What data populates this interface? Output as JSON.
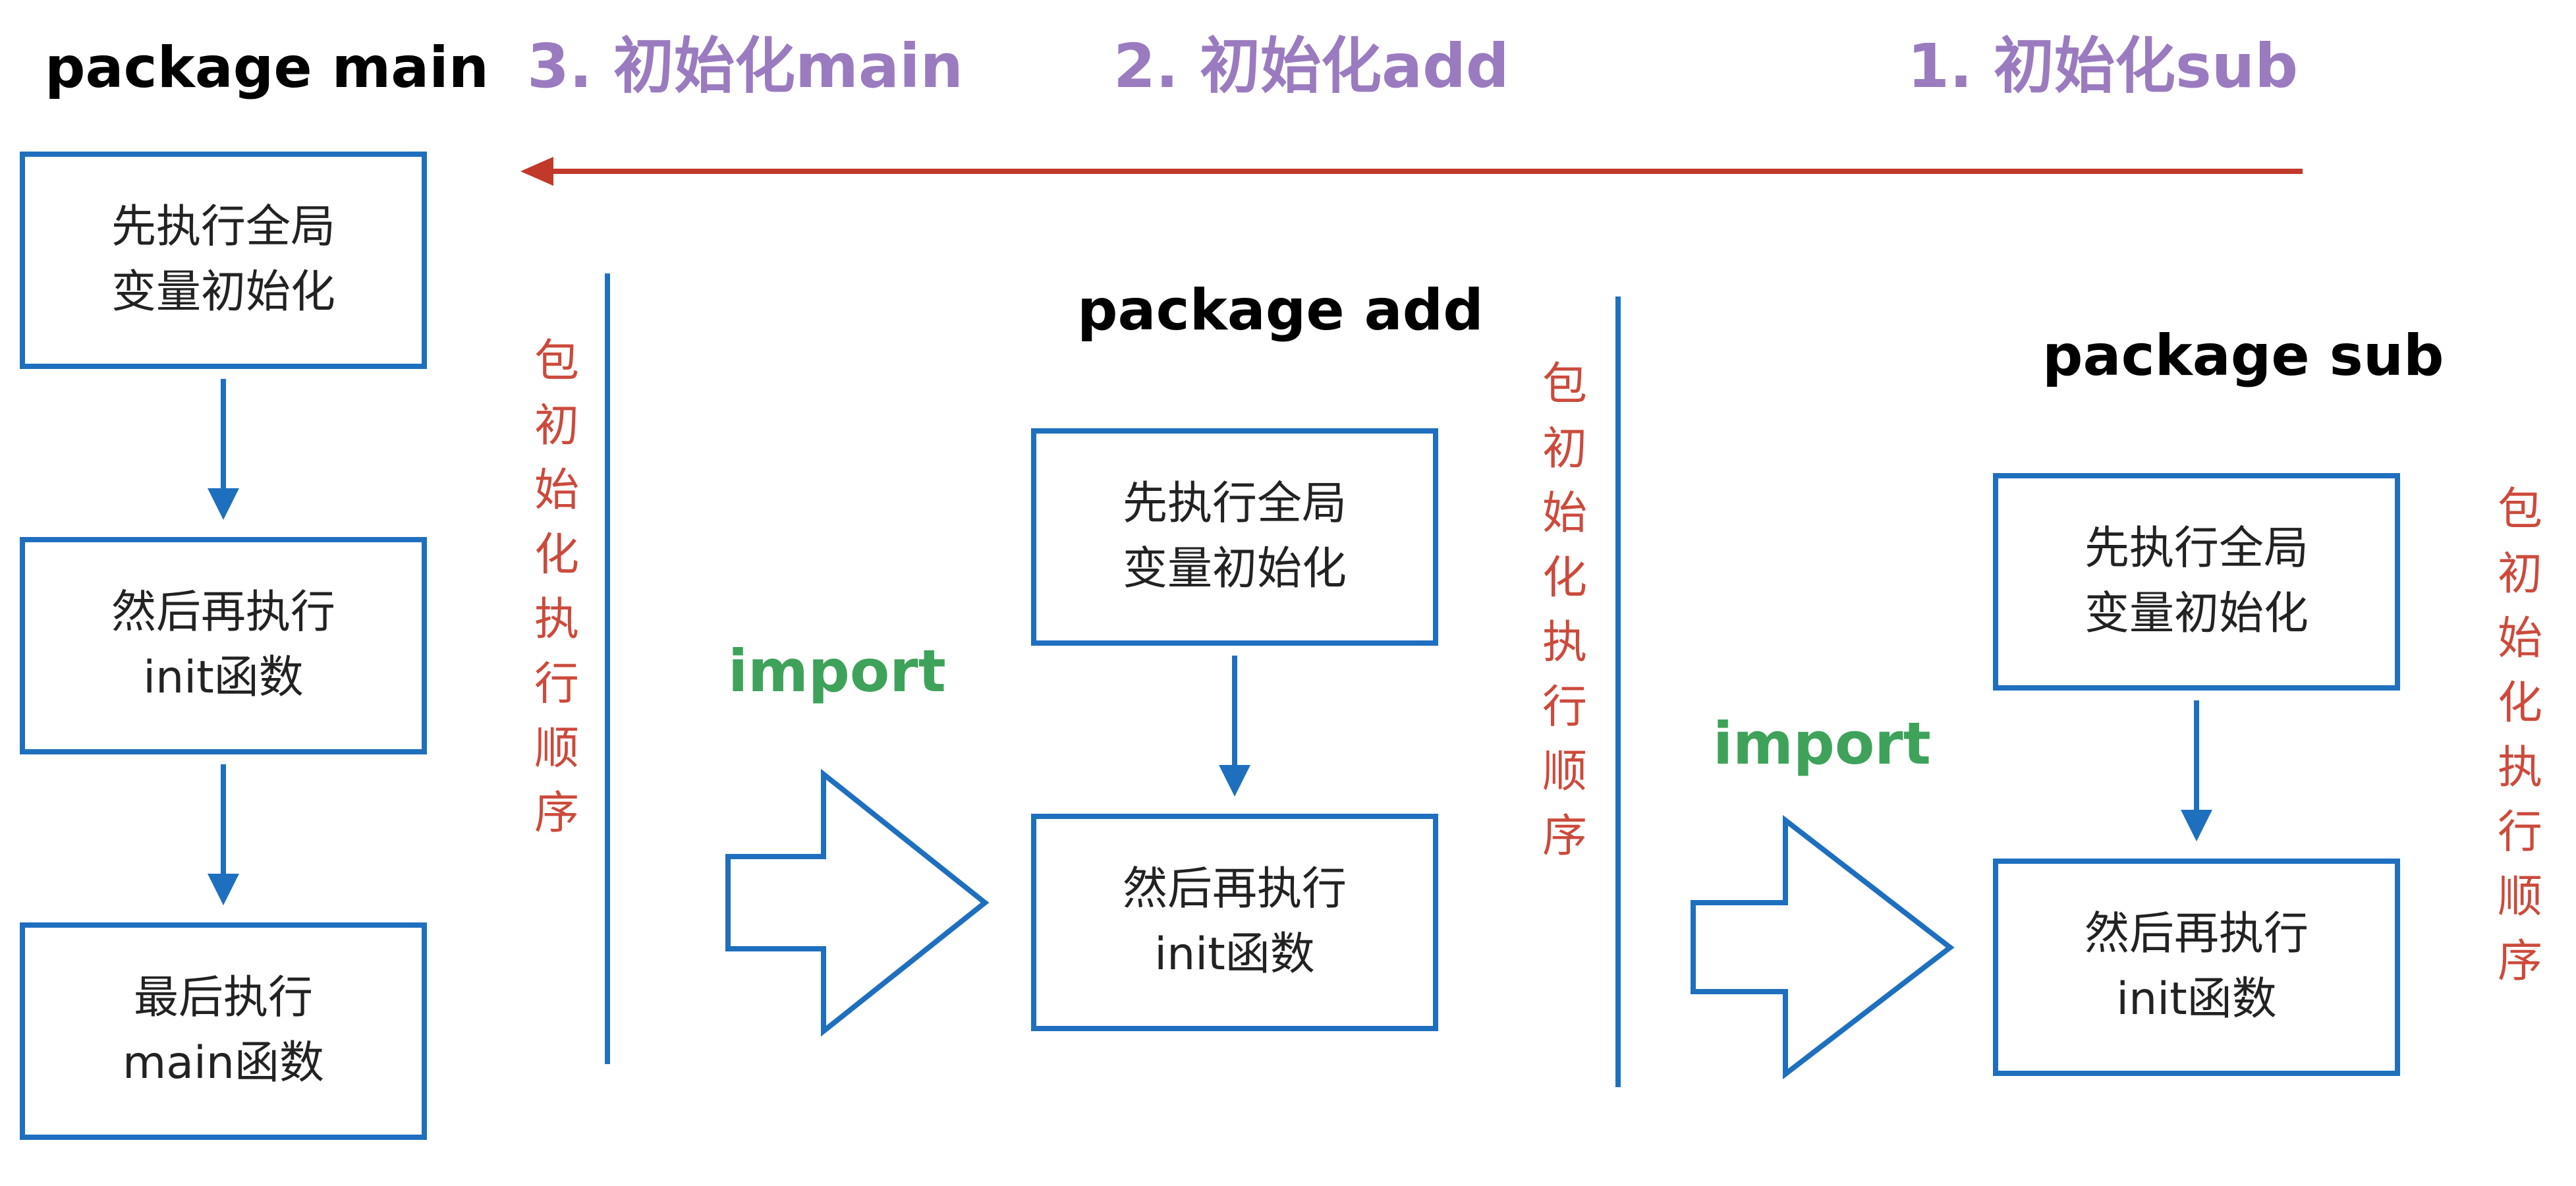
{
  "packages": {
    "main": {
      "title": "package main",
      "boxes": [
        {
          "line1": "先执行全局",
          "line2": "变量初始化"
        },
        {
          "line1": "然后再执行",
          "line2": "init函数"
        },
        {
          "line1": "最后执行",
          "line2": "main函数"
        }
      ]
    },
    "add": {
      "title": "package add",
      "boxes": [
        {
          "line1": "先执行全局",
          "line2": "变量初始化"
        },
        {
          "line1": "然后再执行",
          "line2": "init函数"
        }
      ]
    },
    "sub": {
      "title": "package sub",
      "boxes": [
        {
          "line1": "先执行全局",
          "line2": "变量初始化"
        },
        {
          "line1": "然后再执行",
          "line2": "init函数"
        }
      ]
    }
  },
  "steps": {
    "main": "3. 初始化main",
    "add": "2. 初始化add",
    "sub": "1. 初始化sub"
  },
  "imports": {
    "first": "import",
    "second": "import"
  },
  "order_label": [
    "包",
    "初",
    "始",
    "化",
    "执",
    "行",
    "顺",
    "序"
  ],
  "colors": {
    "box_border": "#1f6fbf",
    "step_text": "#9b7bbf",
    "import_text": "#3fa25b",
    "order_text": "#cc4a3c",
    "timeline_arrow": "#c0392b"
  }
}
